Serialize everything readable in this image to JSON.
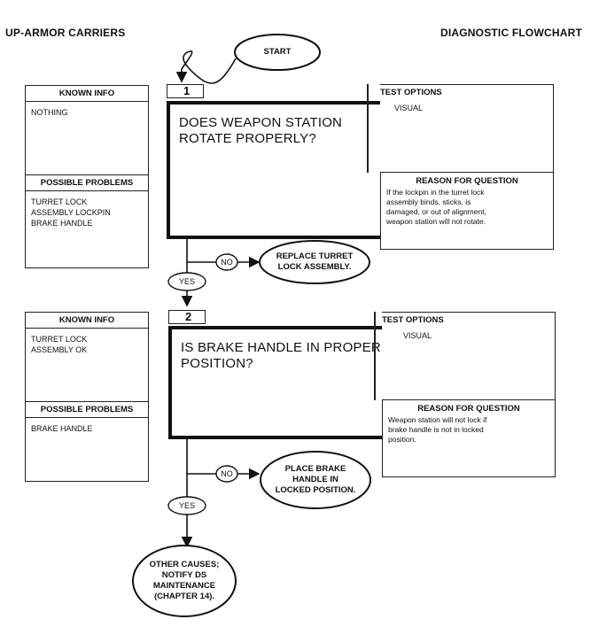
{
  "header": {
    "left_title": "UP-ARMOR CARRIERS",
    "right_title": "DIAGNOSTIC FLOWCHART"
  },
  "start_label": "START",
  "steps": [
    {
      "number": "1",
      "known_info_title": "KNOWN INFO",
      "known_info": "NOTHING",
      "possible_problems_title": "POSSIBLE PROBLEMS",
      "possible_problems": "TURRET LOCK\n  ASSEMBLY LOCKPIN\nBRAKE HANDLE",
      "question": "DOES WEAPON STATION\nROTATE PROPERLY?",
      "test_options_title": "TEST OPTIONS",
      "test_options": "VISUAL",
      "reason_title": "REASON FOR QUESTION",
      "reason": "If the lockpin in the turret lock\nassembly binds, sticks, is\ndamaged, or out of alignment,\nweapon station will not rotate.",
      "no_label": "NO",
      "no_action": "REPLACE TURRET\nLOCK ASSEMBLY.",
      "yes_label": "YES"
    },
    {
      "number": "2",
      "known_info_title": "KNOWN INFO",
      "known_info": "TURRET LOCK\n  ASSEMBLY OK",
      "possible_problems_title": "POSSIBLE PROBLEMS",
      "possible_problems": "BRAKE HANDLE",
      "question": "IS BRAKE HANDLE IN PROPER\nPOSITION?",
      "test_options_title": "TEST OPTIONS",
      "test_options": "VISUAL",
      "reason_title": "REASON FOR QUESTION",
      "reason": "Weapon station will not lock  if\nbrake handle is not in locked\nposition.",
      "no_label": "NO",
      "no_action": "PLACE BRAKE\nHANDLE IN\nLOCKED POSITION.",
      "yes_label": "YES"
    }
  ],
  "end_label": "OTHER CAUSES;\nNOTIFY DS\nMAINTENANCE\n(CHAPTER 14)."
}
